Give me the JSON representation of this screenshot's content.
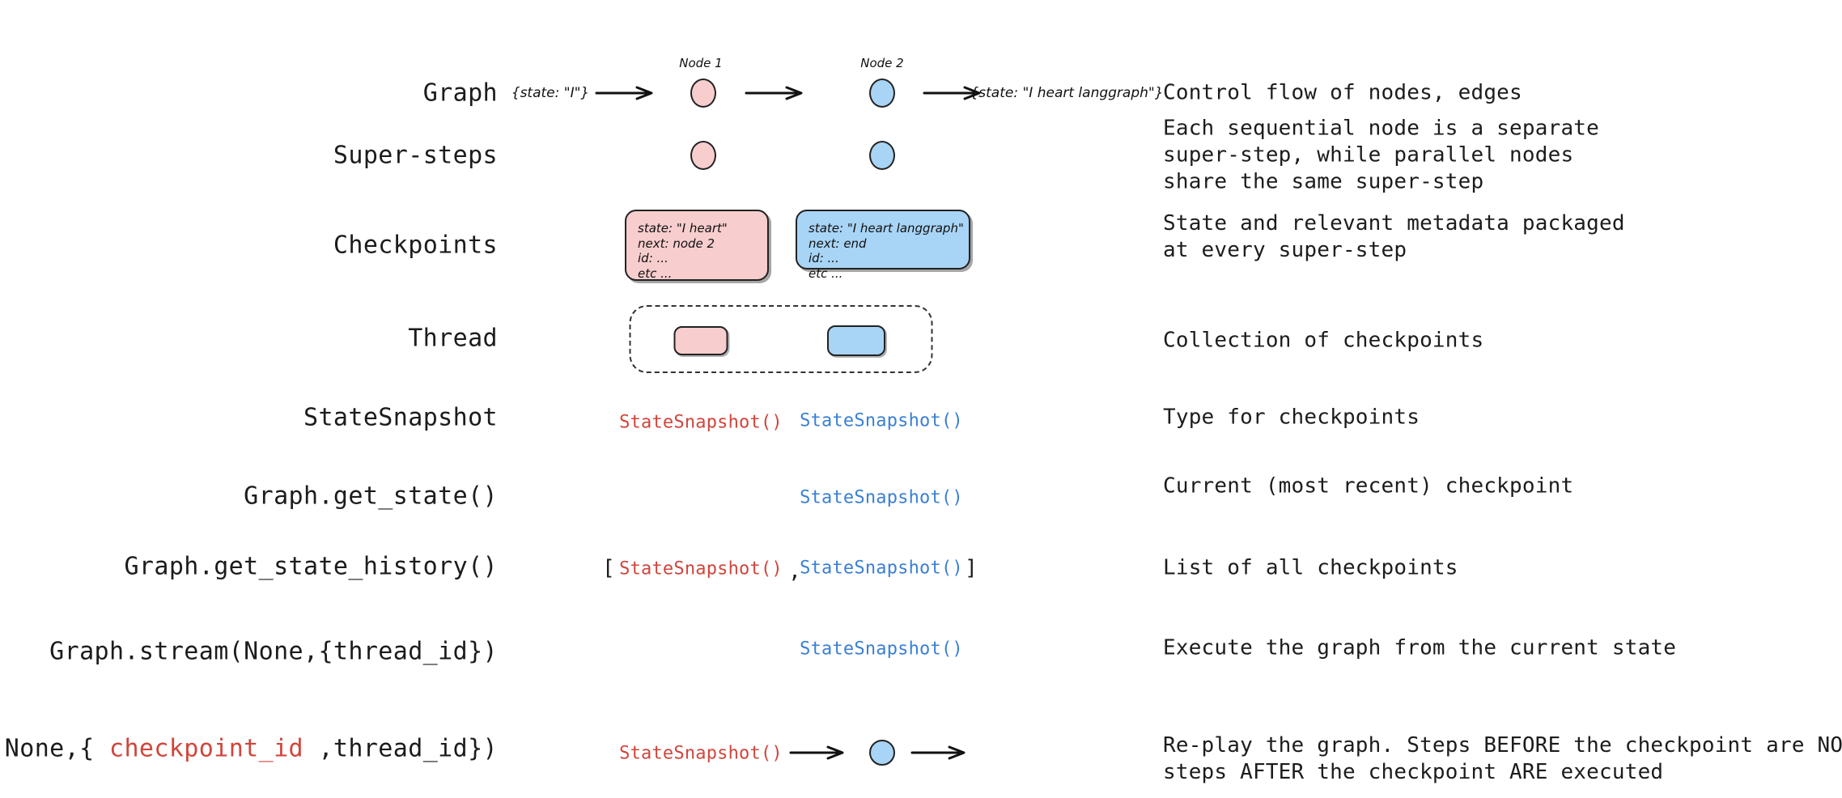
{
  "diagram": {
    "title_semantic": "langgraph-checkpoint-concepts",
    "node_labels": {
      "node1": "Node 1",
      "node2": "Node 2"
    },
    "graph_row": {
      "input_state": "{state: \"I\"}",
      "output_state": "{state: \"I heart langgraph\"}"
    },
    "checkpoints": {
      "pink": {
        "state": "state: \"I heart\"",
        "next": "next: node 2",
        "id": "id: ...",
        "etc": "etc ..."
      },
      "blue": {
        "state": "state: \"I heart langgraph\"",
        "next": "next: end",
        "id": "id: ...",
        "etc": "etc ..."
      }
    },
    "snapshot_label": "StateSnapshot()",
    "list_open_bracket": "[",
    "list_comma": ",",
    "list_close_bracket": "]"
  },
  "rows": [
    {
      "label": "Graph",
      "description": "Control flow of nodes, edges"
    },
    {
      "label": "Super-steps",
      "description": "Each sequential node is a separate\nsuper-step, while parallel nodes\nshare the same super-step"
    },
    {
      "label": "Checkpoints",
      "description": "State and relevant metadata packaged\nat every super-step"
    },
    {
      "label": "Thread",
      "description": "Collection of checkpoints"
    },
    {
      "label": "StateSnapshot",
      "description": "Type for checkpoints"
    },
    {
      "label": "Graph.get_state()",
      "description": "Current (most recent) checkpoint"
    },
    {
      "label": "Graph.get_state_history()",
      "description": "List of all checkpoints"
    },
    {
      "label": "Graph.stream(None,{thread_id})",
      "description": "Execute the graph from the current state"
    },
    {
      "label_parts": {
        "pre": "Graph.stream(None,{ ",
        "highlight": "checkpoint_id",
        "post": " ,thread_id})"
      },
      "description": "Re-play the graph. Steps BEFORE the checkpoint are NOT executed,\nsteps AFTER the checkpoint ARE executed"
    }
  ],
  "colors": {
    "pink_fill": "#f7cdcd",
    "blue_fill": "#a8d4f5",
    "stroke": "#222222",
    "snapshot_red": "#d0453b",
    "snapshot_blue": "#3a7fd5",
    "text": "#1c1c1c",
    "background": "#ffffff"
  }
}
